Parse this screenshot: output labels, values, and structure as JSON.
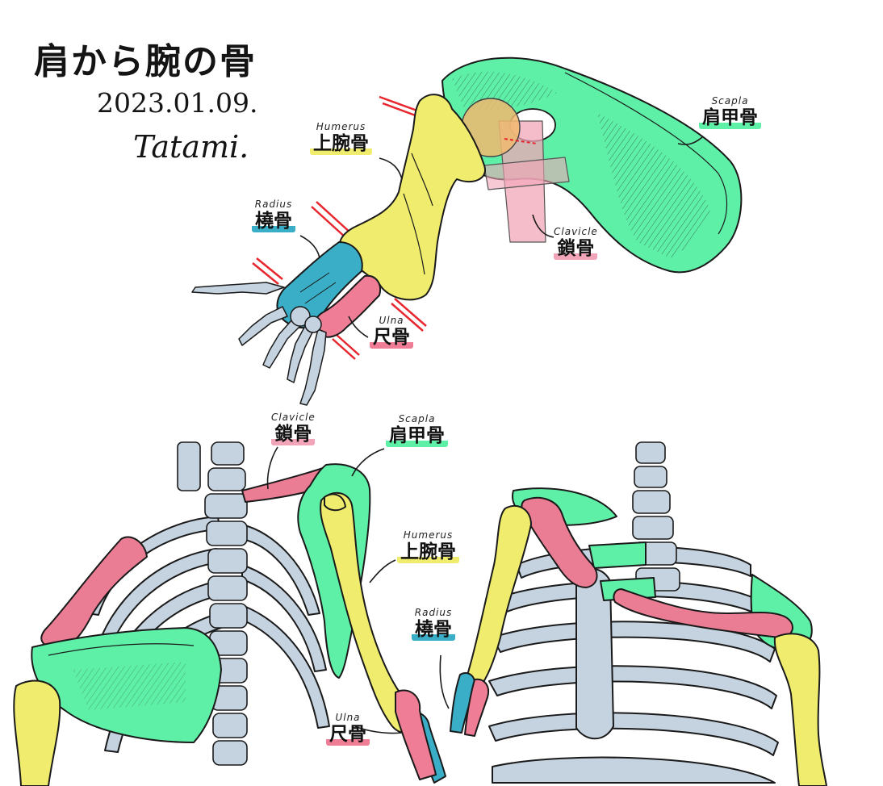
{
  "title": "肩から腕の骨",
  "date": "2023.01.09.",
  "signature": "Tatami.",
  "colors": {
    "scapula": "#5ff0a8",
    "clavicle": "#f2a5b8",
    "clavicle_dark": "#ea7c93",
    "humerus": "#f0ec6e",
    "radius": "#3aaec7",
    "ulna": "#ee7d95",
    "skeleton": "#c5d2df",
    "line": "#1a1a1a",
    "guide": "#e8262e"
  },
  "top_labels": {
    "scapula": {
      "en": "Scapla",
      "ja": "肩甲骨"
    },
    "humerus": {
      "en": "Humerus",
      "ja": "上腕骨"
    },
    "radius": {
      "en": "Radius",
      "ja": "橈骨"
    },
    "clavicle": {
      "en": "Clavicle",
      "ja": "鎖骨"
    },
    "ulna": {
      "en": "Ulna",
      "ja": "尺骨"
    }
  },
  "bottom_labels": {
    "clavicle": {
      "en": "Clavicle",
      "ja": "鎖骨"
    },
    "scapula": {
      "en": "Scapla",
      "ja": "肩甲骨"
    },
    "humerus": {
      "en": "Humerus",
      "ja": "上腕骨"
    },
    "radius": {
      "en": "Radius",
      "ja": "橈骨"
    },
    "ulna": {
      "en": "Ulna",
      "ja": "尺骨"
    }
  }
}
